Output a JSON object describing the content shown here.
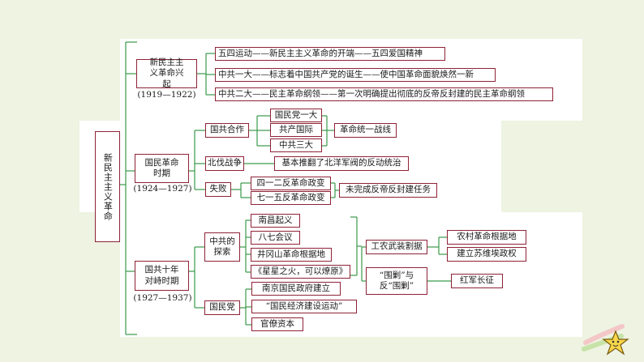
{
  "root": "新民主主义革命",
  "period1": {
    "title": "新民主主义革命兴起",
    "years": "(1919—1922)",
    "items": [
      "五四运动——新民主主义革命的开端——五四爱国精神",
      "中共一大——标志着中国共产党的诞生——使中国革命面貌焕然一新",
      "中共二大——民主革命纲领——第一次明确提出彻底的反帝反封建的民主革命纲领"
    ]
  },
  "period2": {
    "title": "国民革命时期",
    "years": "(1924—1927)",
    "coop": {
      "label": "国共合作",
      "items": [
        "国民党一大",
        "共产国际",
        "中共三大"
      ],
      "result": "革命统一战线"
    },
    "expedition": {
      "label": "北伐战争",
      "result": "基本推翻了北洋军阀的反动统治"
    },
    "failure": {
      "label": "失败",
      "items": [
        "四一二反革命政变",
        "七一五反革命政变"
      ],
      "result": "未完成反帝反封建任务"
    }
  },
  "period3": {
    "title": "国共十年对峙时期",
    "years": "(1927—1937)",
    "ccp": {
      "label": "中共的探索",
      "items": [
        "南昌起义",
        "八七会议",
        "井冈山革命根据地",
        "《星星之火，可以燎原》"
      ],
      "armed": "工农武装割据",
      "armed_results": [
        "农村革命根据地",
        "建立苏维埃政权"
      ],
      "siege": "“围剿”与反“围剿”",
      "siege_result": "红军长征"
    },
    "kmt": {
      "label": "国民党",
      "items": [
        "南京国民政府建立",
        "“国民经济建设运动”",
        "官僚资本"
      ]
    }
  }
}
